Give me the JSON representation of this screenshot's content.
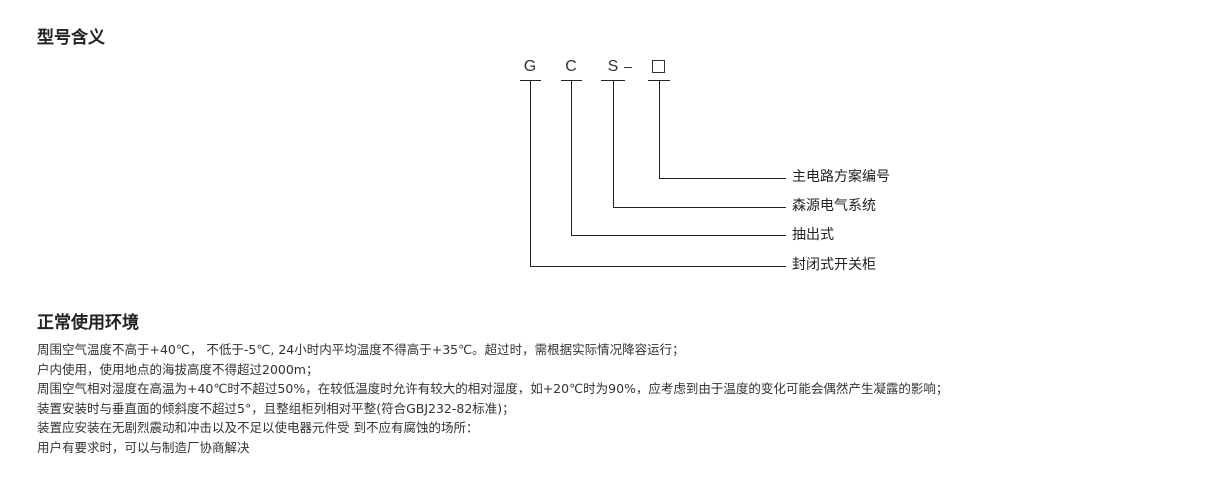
{
  "sections": {
    "model_meaning": {
      "title": "型号含义",
      "code": {
        "letters": [
          "G",
          "C",
          "S"
        ],
        "separator": "–",
        "placeholder": "□"
      },
      "legend": [
        {
          "code": "□",
          "label": "主电路方案编号"
        },
        {
          "code": "S",
          "label": "森源电气系统"
        },
        {
          "code": "C",
          "label": "抽出式"
        },
        {
          "code": "G",
          "label": "封闭式开关柜"
        }
      ]
    },
    "normal_environment": {
      "title": "正常使用环境",
      "items": [
        "周围空气温度不高于+40℃， 不低于-5℃, 24小时内平均温度不得高于+35℃。超过时，需根据实际情况降容运行；",
        "户内使用，使用地点的海拔高度不得超过2000m；",
        "周围空气相对湿度在高温为+40℃时不超过50%，在较低温度时允许有较大的相对湿度，如+20℃时为90%，应考虑到由于温度的变化可能会偶然产生凝露的影响；",
        "装置安装时与垂直面的倾斜度不超过5°，且整组柜列相对平整(符合GBJ232-82标准)；",
        "装置应安装在无剧烈震动和冲击以及不足以使电器元件受 到不应有腐蚀的场所：",
        "用户有要求时，可以与制造厂协商解决"
      ]
    }
  }
}
